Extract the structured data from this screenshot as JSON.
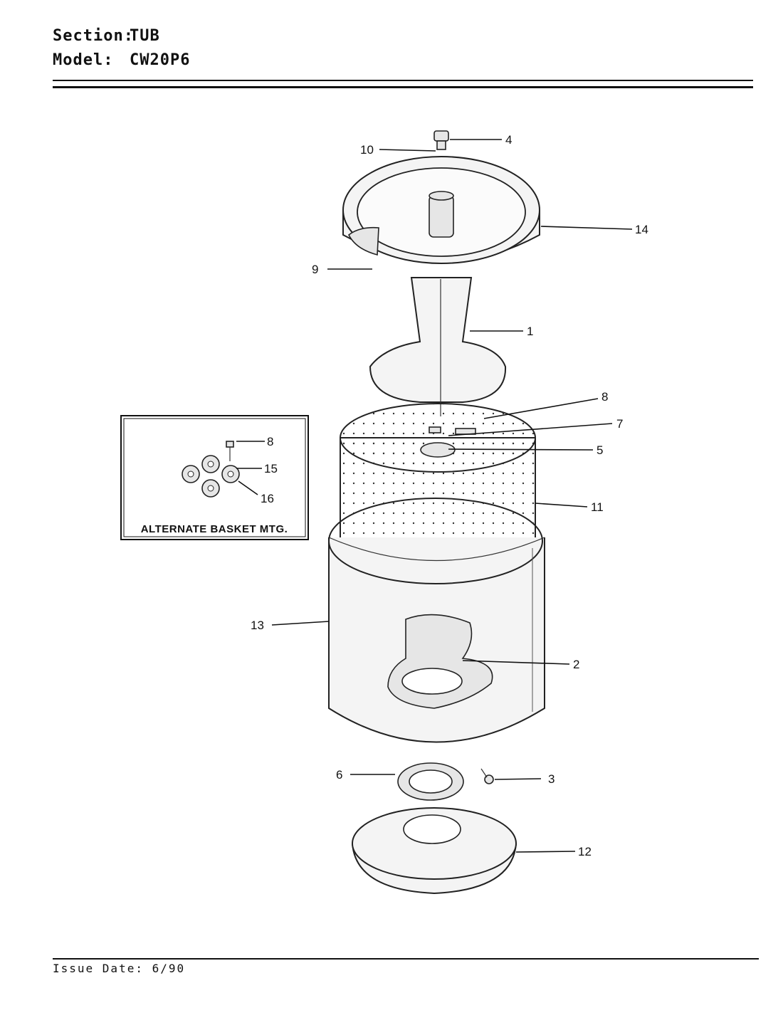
{
  "header": {
    "section_key": "Section:",
    "section_value": "TUB",
    "model_key": "Model:",
    "model_value": "CW20P6"
  },
  "inset": {
    "label": "ALTERNATE BASKET MTG."
  },
  "callouts": [
    "1",
    "2",
    "3",
    "4",
    "5",
    "6",
    "7",
    "8",
    "9",
    "10",
    "11",
    "12",
    "13",
    "14",
    "8",
    "15",
    "16"
  ],
  "footer": {
    "label": "Issue Date:",
    "value": "6/90"
  }
}
